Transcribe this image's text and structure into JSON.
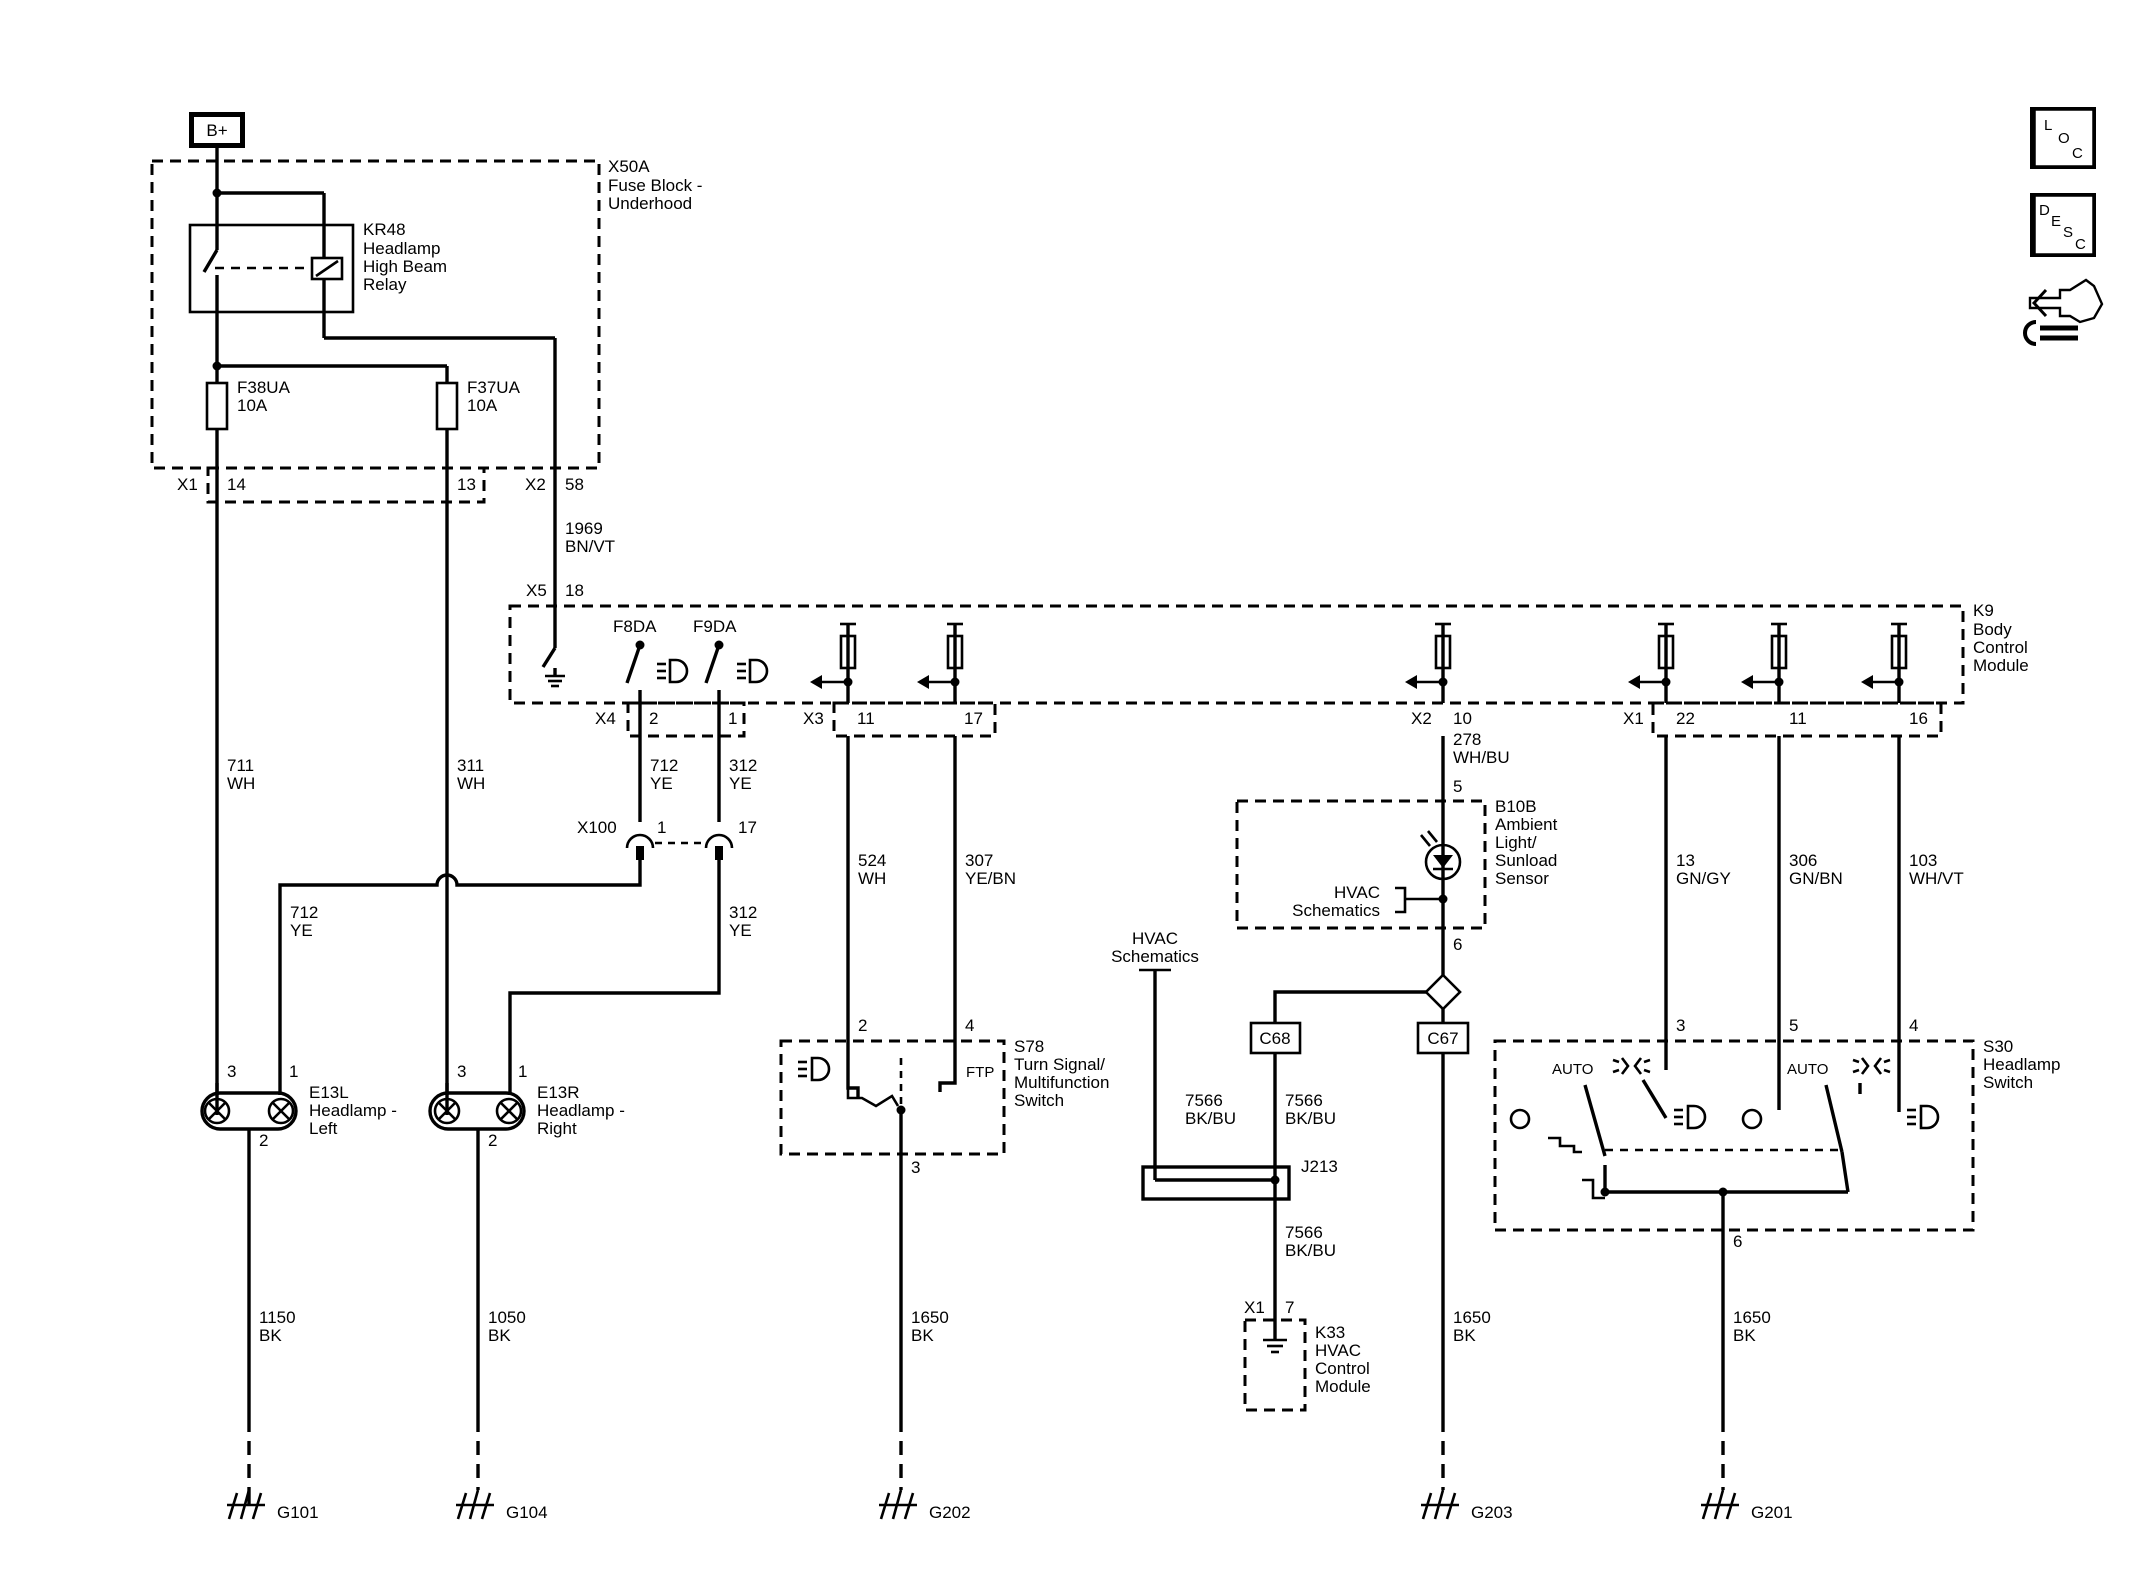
{
  "battery": "B+",
  "fuse_block": {
    "id": "X50A",
    "name": [
      "Fuse Block -",
      "Underhood"
    ]
  },
  "relay": {
    "id": "KR48",
    "name": [
      "Headlamp",
      "High Beam",
      "Relay"
    ]
  },
  "fuses": [
    {
      "id": "F38UA",
      "rating": "10A"
    },
    {
      "id": "F37UA",
      "rating": "10A"
    }
  ],
  "fuse_block_connectors": {
    "x1": "X1",
    "x1_pins": [
      "14",
      "13"
    ],
    "x2": "X2",
    "x2_pin": "58"
  },
  "bcm": {
    "id": "K9",
    "name": [
      "Body",
      "Control",
      "Module"
    ],
    "x5": "X5",
    "x5_pin": "18",
    "drivers": [
      "F8DA",
      "F9DA"
    ],
    "x4": "X4",
    "x4_pins": [
      "2",
      "1"
    ],
    "x3": "X3",
    "x3_pins": [
      "11",
      "17"
    ],
    "x2": "X2",
    "x2_pin": "10",
    "x1": "X1",
    "x1_pins": [
      "22",
      "11",
      "16"
    ]
  },
  "circuits": [
    {
      "num": "1969",
      "color": "BN/VT"
    },
    {
      "num": "711",
      "color": "WH"
    },
    {
      "num": "311",
      "color": "WH"
    },
    {
      "num": "712",
      "color": "YE"
    },
    {
      "num": "312",
      "color": "YE"
    },
    {
      "num": "712",
      "color": "YE"
    },
    {
      "num": "312",
      "color": "YE"
    },
    {
      "num": "524",
      "color": "WH"
    },
    {
      "num": "307",
      "color": "YE/BN"
    },
    {
      "num": "278",
      "color": "WH/BU"
    },
    {
      "num": "13",
      "color": "GN/GY"
    },
    {
      "num": "306",
      "color": "GN/BN"
    },
    {
      "num": "103",
      "color": "WH/VT"
    },
    {
      "num": "7566",
      "color": "BK/BU"
    },
    {
      "num": "7566",
      "color": "BK/BU"
    },
    {
      "num": "7566",
      "color": "BK/BU"
    },
    {
      "num": "1150",
      "color": "BK"
    },
    {
      "num": "1050",
      "color": "BK"
    },
    {
      "num": "1650",
      "color": "BK"
    },
    {
      "num": "1650",
      "color": "BK"
    },
    {
      "num": "1650",
      "color": "BK"
    }
  ],
  "inline_connector": {
    "id": "X100",
    "pins": [
      "1",
      "17"
    ]
  },
  "headlamp_left": {
    "id": "E13L",
    "name": [
      "Headlamp -",
      "Left"
    ],
    "pins": [
      "3",
      "1",
      "2"
    ]
  },
  "headlamp_right": {
    "id": "E13R",
    "name": [
      "Headlamp -",
      "Right"
    ],
    "pins": [
      "3",
      "1",
      "2"
    ]
  },
  "turn_switch": {
    "id": "S78",
    "name": [
      "Turn Signal/",
      "Multifunction",
      "Switch"
    ],
    "pins": [
      "2",
      "4",
      "3"
    ],
    "ftp": "FTP"
  },
  "ambient_sensor": {
    "id": "B10B",
    "name": [
      "Ambient",
      "Light/",
      "Sunload",
      "Sensor"
    ],
    "pins": [
      "5",
      "6"
    ],
    "ref": [
      "HVAC",
      "Schematics"
    ]
  },
  "hvac_ref": [
    "HVAC",
    "Schematics"
  ],
  "hvac_connectors": [
    "C68",
    "C67"
  ],
  "splice": "J213",
  "hvac_module": {
    "id": "K33",
    "name": [
      "HVAC",
      "Control",
      "Module"
    ],
    "connector": "X1",
    "pin": "7"
  },
  "headlamp_switch": {
    "id": "S30",
    "name": [
      "Headlamp",
      "Switch"
    ],
    "pins": [
      "3",
      "5",
      "4",
      "6"
    ],
    "auto_labels": [
      "AUTO",
      "AUTO"
    ]
  },
  "grounds": [
    "G101",
    "G104",
    "G202",
    "G203",
    "G201"
  ],
  "nav_icons": [
    {
      "icon": "loc-icon",
      "letters": [
        "L",
        "O",
        "C"
      ]
    },
    {
      "icon": "desc-icon",
      "letters": [
        "D",
        "E",
        "S",
        "C"
      ]
    },
    {
      "icon": "connector-wrench-icon"
    }
  ]
}
